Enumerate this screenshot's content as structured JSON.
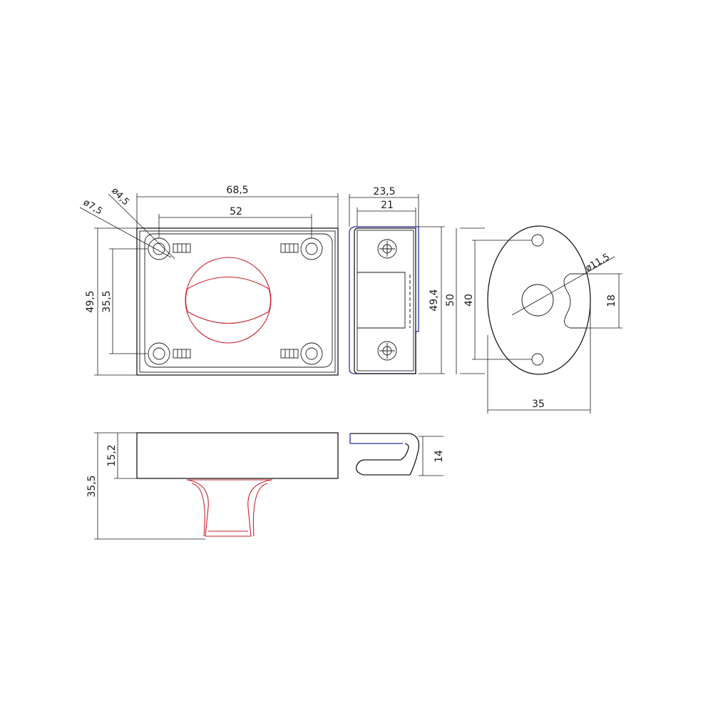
{
  "front_view": {
    "dims": {
      "width_outer": "68,5",
      "hole_spacing": "52",
      "height_outer": "49,5",
      "hole_spacing_v": "35,5",
      "hole_large": "ø7,5",
      "hole_small": "ø4,5"
    }
  },
  "side_view": {
    "dims": {
      "depth_outer": "23,5",
      "depth_inner": "21",
      "height": "49,4"
    }
  },
  "plate_view": {
    "dims": {
      "height": "50",
      "hole_spacing": "40",
      "bore": "ø11,5",
      "slot": "18",
      "width": "35"
    }
  },
  "bottom_view": {
    "dims": {
      "base_thickness": "15,2",
      "total_height": "35,5"
    }
  },
  "hook_view": {
    "dims": {
      "hook_height": "14"
    }
  },
  "colors": {
    "line": "#1a1a1a",
    "knob": "#c8202a",
    "strike": "#2a2f9e"
  }
}
